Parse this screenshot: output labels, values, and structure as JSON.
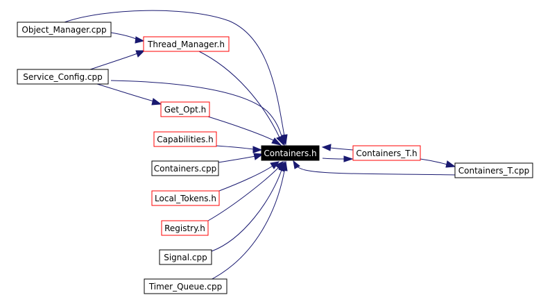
{
  "colors": {
    "edge": "#191970",
    "header_border": "#ff0000",
    "source_border": "#000000",
    "focus_fill": "#000000",
    "focus_text": "#ffffff"
  },
  "nodes": {
    "object_manager_cpp": "Object_Manager.cpp",
    "thread_manager_h": "Thread_Manager.h",
    "service_config_cpp": "Service_Config.cpp",
    "get_opt_h": "Get_Opt.h",
    "capabilities_h": "Capabilities.h",
    "containers_h": "Containers.h",
    "containers_t_h": "Containers_T.h",
    "containers_cpp": "Containers.cpp",
    "containers_t_cpp": "Containers_T.cpp",
    "local_tokens_h": "Local_Tokens.h",
    "registry_h": "Registry.h",
    "signal_cpp": "Signal.cpp",
    "timer_queue_cpp": "Timer_Queue.cpp"
  }
}
